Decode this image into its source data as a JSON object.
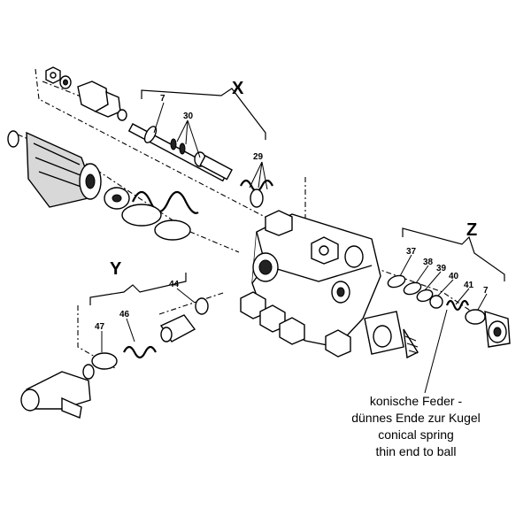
{
  "groups": {
    "x": "X",
    "y": "Y",
    "z": "Z"
  },
  "callouts": {
    "p7_top": "7",
    "p30": "30",
    "p29": "29",
    "p37": "37",
    "p38": "38",
    "p39": "39",
    "p40": "40",
    "p41": "41",
    "p7_right": "7",
    "p44": "44",
    "p46": "46",
    "p47": "47"
  },
  "note": {
    "line1": "konische Feder -",
    "line2": "dünnes Ende zur Kugel",
    "line3": "conical spring",
    "line4": "thin end to ball"
  }
}
